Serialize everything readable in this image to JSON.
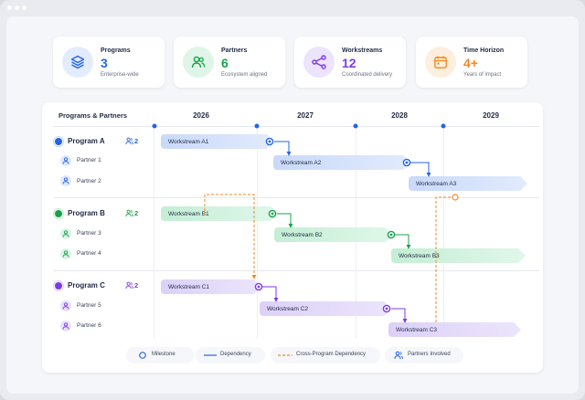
{
  "stats": [
    {
      "label": "Programs",
      "value": "3",
      "sub": "Enterprise-wide",
      "color": "#2563eb",
      "bg": "#e3ecfd",
      "icon": "layers-icon"
    },
    {
      "label": "Partners",
      "value": "6",
      "sub": "Ecosystem aligned",
      "color": "#16a34a",
      "bg": "#dff5e7",
      "icon": "users-icon"
    },
    {
      "label": "Workstreams",
      "value": "12",
      "sub": "Coordinated delivery",
      "color": "#7c3aed",
      "bg": "#ece4fc",
      "icon": "share-icon"
    },
    {
      "label": "Time Horizon",
      "value": "4+",
      "sub": "Years of impact",
      "color": "#f08a24",
      "bg": "#fdeedd",
      "icon": "calendar-icon"
    }
  ],
  "timeline": {
    "header": "Programs & Partners",
    "years": [
      "2026",
      "2027",
      "2028",
      "2029"
    ]
  },
  "programs": [
    {
      "name": "Program A",
      "count": "2",
      "color": "#2563eb",
      "soft": "#dfe9fc",
      "partners": [
        "Partner 1",
        "Partner 2"
      ],
      "workstreams": [
        "Workstream A1",
        "Workstream A2",
        "Workstream A3"
      ]
    },
    {
      "name": "Program B",
      "count": "2",
      "color": "#16a34a",
      "soft": "#daf4e5",
      "partners": [
        "Partner 3",
        "Partner 4"
      ],
      "workstreams": [
        "Workstream B1",
        "Workstream B2",
        "Workstream B3"
      ]
    },
    {
      "name": "Program C",
      "count": "2",
      "color": "#7c3aed",
      "soft": "#e9e1fb",
      "partners": [
        "Partner 5",
        "Partner 6"
      ],
      "workstreams": [
        "Workstream C1",
        "Workstream C2",
        "Workstream C3"
      ]
    }
  ],
  "legend": {
    "milestone": "Milestone",
    "dependency": "Dependency",
    "cross": "Cross-Program Dependency",
    "partners": "Partners Involved"
  },
  "colors": {
    "accent": "#2563eb",
    "cross": "#f08a24"
  }
}
